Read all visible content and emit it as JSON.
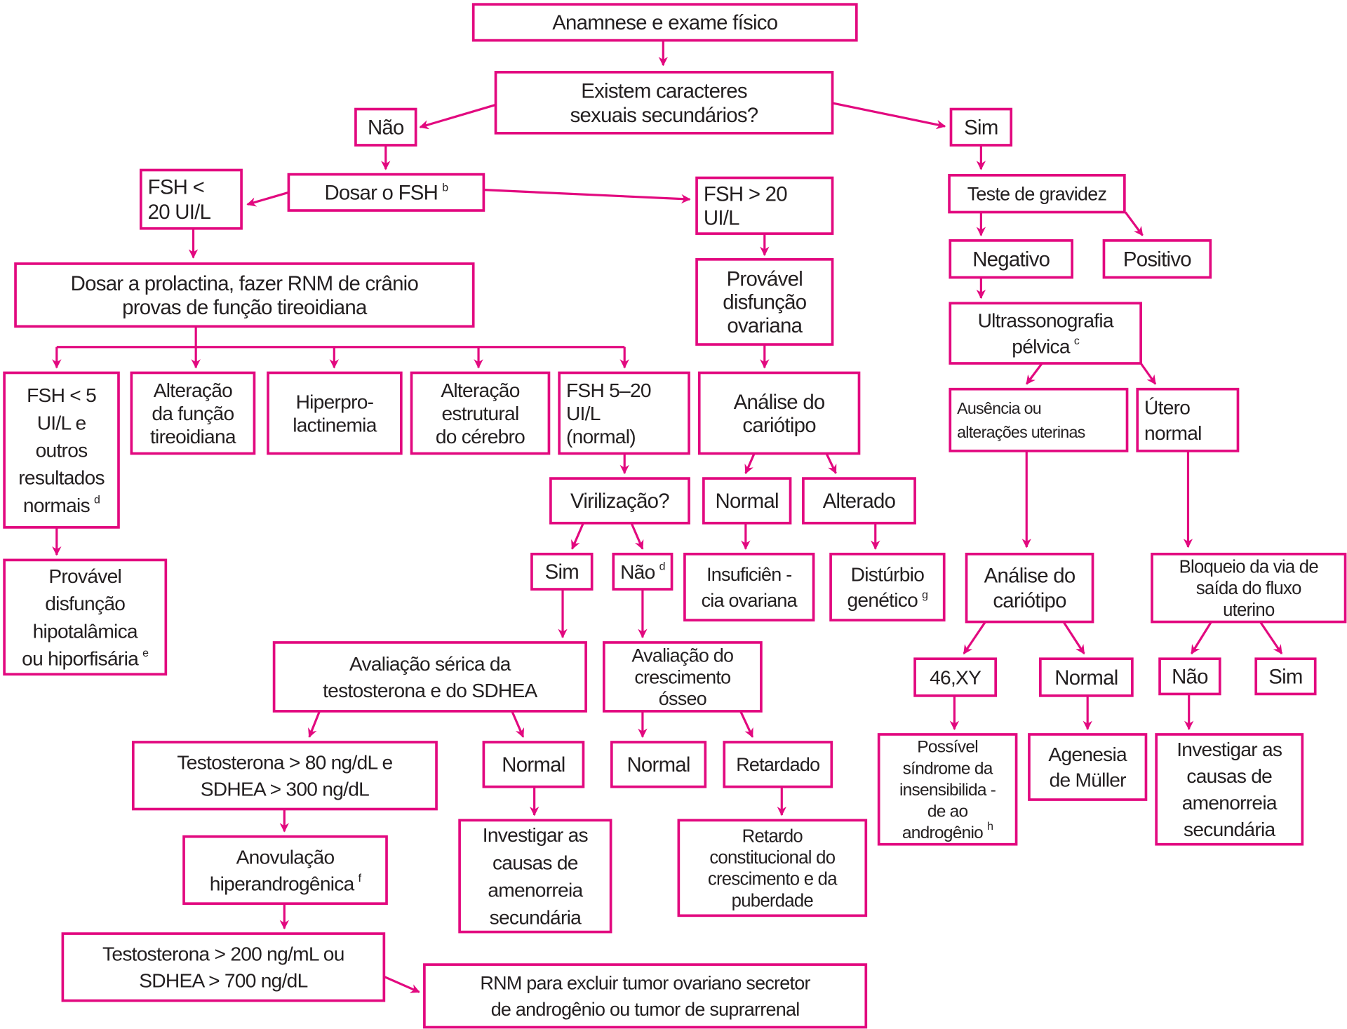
{
  "colors": {
    "accent": "#e2097f",
    "text": "#231f20",
    "background": "#ffffff"
  },
  "nodes": {
    "anamnese": {
      "lines": [
        "Anamnese e exame físico"
      ]
    },
    "caracteres": {
      "lines": [
        "Existem caracteres",
        "sexuais secundários?"
      ]
    },
    "nao1": {
      "lines": [
        "Não"
      ]
    },
    "sim1": {
      "lines": [
        "Sim"
      ]
    },
    "fsh_lt20": {
      "lines": [
        "FSH <",
        "20 UI/L"
      ]
    },
    "dosar_fsh": {
      "lines": [
        "Dosar o FSH"
      ],
      "sup": "b"
    },
    "fsh_gt20": {
      "lines": [
        "FSH > 20",
        "UI/L"
      ]
    },
    "teste_gravidez": {
      "lines": [
        "Teste de gravidez"
      ]
    },
    "prolactina": {
      "lines": [
        "Dosar a prolactina, fazer RNM de crânio",
        "provas de função tireoidiana"
      ]
    },
    "provavel_ovariana": {
      "lines": [
        "Provável",
        "disfunção",
        "ovariana"
      ]
    },
    "negativo": {
      "lines": [
        "Negativo"
      ]
    },
    "positivo": {
      "lines": [
        "Positivo"
      ]
    },
    "usg": {
      "lines": [
        "Ultrassonografia",
        "pélvica"
      ],
      "sup": "c"
    },
    "fsh_lt5": {
      "lines": [
        "FSH < 5",
        "UI/L e",
        "outros",
        "resultados",
        "normais"
      ],
      "sup": "d"
    },
    "alt_tireoide": {
      "lines": [
        "Alteração",
        "da função",
        "tireoidiana"
      ]
    },
    "hiperprolactinemia": {
      "lines": [
        "Hiperpro-",
        "lactinemia"
      ]
    },
    "alt_cerebro": {
      "lines": [
        "Alteração",
        "estrutural",
        "do cérebro"
      ]
    },
    "fsh_5_20": {
      "lines": [
        "FSH 5–20",
        "UI/L",
        "(normal)"
      ]
    },
    "cariotipo1": {
      "lines": [
        "Análise do",
        "cariótipo"
      ]
    },
    "ausencia": {
      "lines": [
        "Ausência ou",
        "alterações uterinas"
      ]
    },
    "utero_normal": {
      "lines": [
        "Útero",
        "normal"
      ]
    },
    "virilizacao": {
      "lines": [
        "Virilização?"
      ]
    },
    "normal_cariotipo1": {
      "lines": [
        "Normal"
      ]
    },
    "alterado": {
      "lines": [
        "Alterado"
      ]
    },
    "sim2": {
      "lines": [
        "Sim"
      ]
    },
    "nao2": {
      "lines": [
        "Não"
      ],
      "sup": "d"
    },
    "insuficiencia": {
      "lines": [
        "Insuficiên -",
        "cia ovariana"
      ]
    },
    "disturbio": {
      "lines": [
        "Distúrbio",
        "genético"
      ],
      "sup": "g"
    },
    "cariotipo2": {
      "lines": [
        "Análise do",
        "cariótipo"
      ]
    },
    "bloqueio": {
      "lines": [
        "Bloqueio da via de",
        "saída do fluxo",
        "uterino"
      ]
    },
    "provavel_hipotalamica": {
      "lines": [
        "Provável",
        "disfunção",
        "hipotalâmica",
        "ou hiporfisária"
      ],
      "sup": "e"
    },
    "avaliacao_serica": {
      "lines": [
        "Avaliação sérica da",
        "testosterona e do SDHEA"
      ]
    },
    "avaliacao_crescimento": {
      "lines": [
        "Avaliação do",
        "crescimento",
        "ósseo"
      ]
    },
    "xy": {
      "lines": [
        "46,XY"
      ]
    },
    "normal_cariotipo2": {
      "lines": [
        "Normal"
      ]
    },
    "nao3": {
      "lines": [
        "Não"
      ]
    },
    "sim3": {
      "lines": [
        "Sim"
      ]
    },
    "testo80": {
      "lines": [
        "Testosterona > 80 ng/dL e",
        "SDHEA > 300 ng/dL"
      ]
    },
    "normal_serica": {
      "lines": [
        "Normal"
      ]
    },
    "normal_osseo": {
      "lines": [
        "Normal"
      ]
    },
    "retardado": {
      "lines": [
        "Retardado"
      ]
    },
    "insensibilidade": {
      "lines": [
        "Possível",
        "síndrome da",
        "insensibilida -",
        "de ao",
        "androgênio"
      ],
      "sup": "h"
    },
    "agenesia": {
      "lines": [
        "Agenesia",
        "de Müller"
      ]
    },
    "investigar2": {
      "lines": [
        "Investigar as",
        "causas de",
        "amenorreia",
        "secundária"
      ]
    },
    "anovulacao": {
      "lines": [
        "Anovulação",
        "hiperandrogênica"
      ],
      "sup": "f"
    },
    "investigar1": {
      "lines": [
        "Investigar as",
        "causas de",
        "amenorreia",
        "secundária"
      ]
    },
    "retardo_constitucional": {
      "lines": [
        "Retardo",
        "constitucional do",
        "crescimento e da",
        "puberdade"
      ]
    },
    "testo200": {
      "lines": [
        "Testosterona > 200 ng/mL ou",
        "SDHEA > 700 ng/dL"
      ]
    },
    "rnm": {
      "lines": [
        "RNM para excluir tumor ovariano secretor",
        "de androgênio ou tumor de suprarrenal"
      ]
    }
  }
}
